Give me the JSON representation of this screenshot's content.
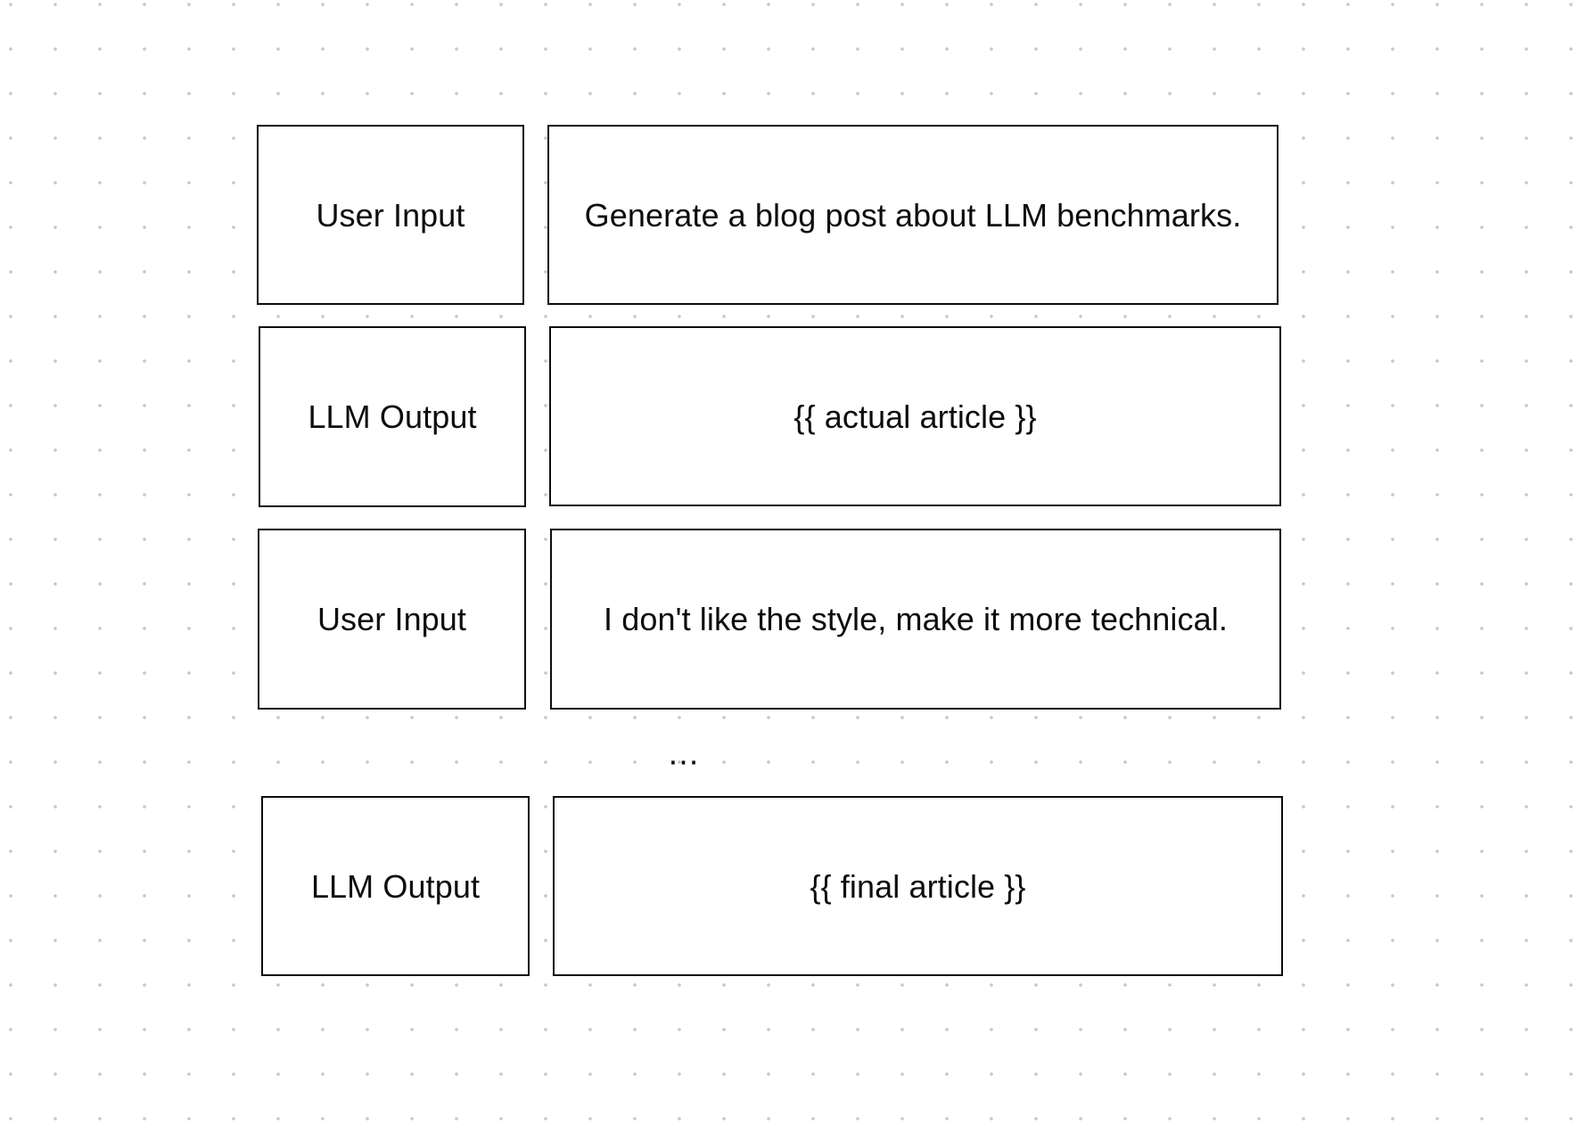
{
  "diagram": {
    "title_hint": "multi-turn conversation between user and LLM",
    "rows": [
      {
        "label": "User Input",
        "content": "Generate a blog post about LLM benchmarks."
      },
      {
        "label": "LLM Output",
        "content": "{{ actual article }}"
      },
      {
        "label": "User Input",
        "content": "I don't like the style, make it more technical."
      },
      {
        "label": "LLM Output",
        "content": "{{ final article }}"
      }
    ],
    "ellipsis": "...",
    "colors": {
      "background": "#ffffff",
      "grid_dot": "#c5c5c8",
      "box_border": "#0d0d0d",
      "box_fill": "#ffffff",
      "text": "#0d0d0d"
    }
  }
}
